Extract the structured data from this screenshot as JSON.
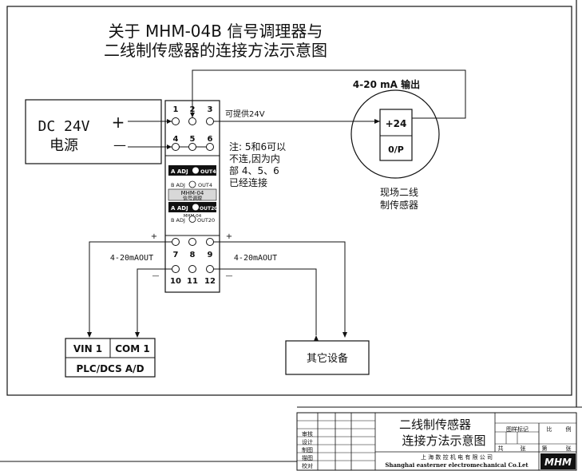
{
  "title": {
    "line1": "关于 MHM-04B 信号调理器与",
    "line2": "二线制传感器的连接方法示意图"
  },
  "power": {
    "label1": "DC 24V",
    "label2": "电源",
    "plus": "+",
    "minus": "—"
  },
  "module": {
    "terminals_top": [
      "1",
      "2",
      "3",
      "4",
      "5",
      "6"
    ],
    "terminals_bottom": [
      "7",
      "8",
      "9",
      "10",
      "11",
      "12"
    ],
    "adj_a_top": "A ADJ",
    "out_a_top": "OUT4",
    "adj_b_top": "B ADJ",
    "out_b_top": "OUT4",
    "model": "MHM-04",
    "model_sub": "信号调理",
    "adj_a_bottom": "A ADJ",
    "out_a_bottom": "OUT20",
    "model_b": "MHM-04",
    "adj_b_bottom": "B ADJ",
    "out_b_bottom": "OUT20"
  },
  "supply_note": "可提供24V",
  "output_title": "4-20 mA  输出",
  "sensor": {
    "plus_terminal": "+24",
    "op_terminal": "0/P",
    "label1": "现场二线",
    "label2": "制传感器"
  },
  "note": {
    "line1": "注: 5和6可以",
    "line2": "不连,因为内",
    "line3": "部  4、5、6",
    "line4": "已经连接"
  },
  "left_out": {
    "plus": "+",
    "label": "4-20mAOUT",
    "minus": "—"
  },
  "right_out": {
    "plus": "+",
    "label": "4-20mAOUT",
    "minus": "—"
  },
  "plc": {
    "vin": "VIN 1",
    "com": "COM 1",
    "label": "PLC/DCS  A/D"
  },
  "other_device": "其它设备",
  "title_block": {
    "left_rows": [
      "审核",
      "设计",
      "制图",
      "描图",
      "校对"
    ],
    "title1": "二线制传感器",
    "title2": "连接方法示意图",
    "col_headers": [
      "图样标记",
      "比",
      "例"
    ],
    "sheet": [
      "共",
      "张",
      "第",
      "张"
    ],
    "company_cn": "上 海 数 控 机 电 有 限 公 司",
    "company_en": "Shanghai easterner electromechanical Co.Let",
    "logo": "MHM"
  }
}
